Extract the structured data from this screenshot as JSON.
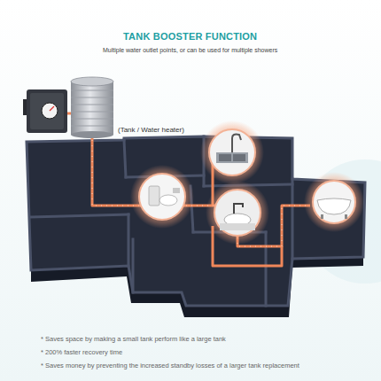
{
  "diagram": {
    "title": "TANK BOOSTER FUNCTION",
    "labels": [
      "Multiple water outlet points, or can be used for multiple showers",
      "(Tank / Water heater)",
      "* Saves space by making a small tank perform like a large tank",
      "* 200% faster recovery time",
      "* Saves money by preventing the increased standby losses of a larger tank replacement"
    ]
  }
}
